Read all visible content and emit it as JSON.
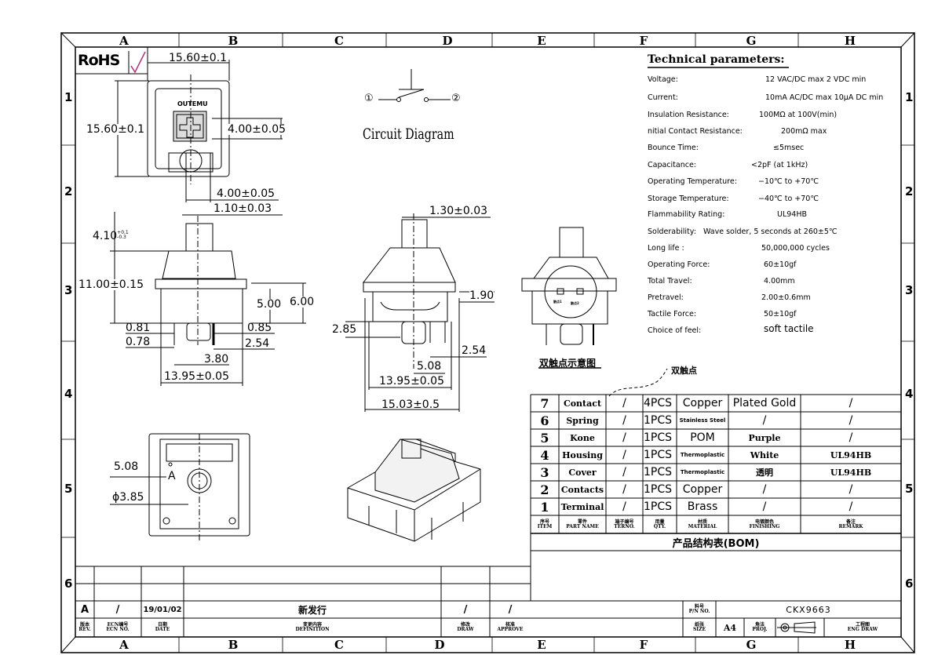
{
  "frame": {
    "columns": [
      "A",
      "B",
      "C",
      "D",
      "E",
      "F",
      "G",
      "H"
    ],
    "rows": [
      "1",
      "2",
      "3",
      "4",
      "5",
      "6"
    ]
  },
  "rohs": {
    "label": "RoHS"
  },
  "top_view": {
    "brand": "OUTEMU",
    "dim_width": "15.60±0.1",
    "dim_height": "15.60±0.1",
    "dim_stem": "4.00±0.05",
    "dim_stem_bottom": "4.00±0.05",
    "dim_cross": "1.10±0.03"
  },
  "circuit": {
    "title": "Circuit Diagram",
    "pin1": "①",
    "pin2": "②"
  },
  "side_view": {
    "dim_stem_height": "4.10",
    "dim_stem_tol_plus": "+0.1",
    "dim_stem_tol_minus": "-0.3",
    "dim_height": "11.00±0.15",
    "dim_5": "5.00",
    "dim_6": "6.00",
    "dim_081": "0.81",
    "dim_078": "0.78",
    "dim_085": "0.85",
    "dim_254": "2.54",
    "dim_380": "3.80",
    "dim_width": "13.95±0.05"
  },
  "front_view": {
    "dim_130": "1.30±0.03",
    "dim_190": "1.90",
    "dim_285": "2.85",
    "dim_254": "2.54",
    "dim_508": "5.08",
    "dim_1395": "13.95±0.05",
    "dim_1503": "15.03±0.5"
  },
  "rear_view": {
    "caption": "双触点示意图",
    "callout": "双触点",
    "pin_a": "触点1",
    "pin_b": "触点2"
  },
  "bottom_view": {
    "dim_508": "5.08",
    "dim_hole": "ϕ3.85",
    "marker": "A"
  },
  "tech": {
    "title": "Technical parameters:",
    "params": [
      {
        "label": "Voltage:",
        "value": "12 VAC/DC max    2 VDC min"
      },
      {
        "label": "Current:",
        "value": "10mA AC/DC max   10μA DC min"
      },
      {
        "label": "Insulation Resistance:",
        "value": "100MΩ at 100V(min)"
      },
      {
        "label": "nitial Contact Resistance:",
        "value": "200mΩ max"
      },
      {
        "label": "Bounce Time:",
        "value": "≤5msec"
      },
      {
        "label": "Capacitance:",
        "value": "<2pF (at 1kHz)"
      },
      {
        "label": "Operating Temperature:",
        "value": "−10℃ to +70℃"
      },
      {
        "label": "Storage Temperature:",
        "value": "−40℃ to +70℃"
      },
      {
        "label": "Flammability Rating:",
        "value": "UL94HB"
      },
      {
        "label": "Solderability:",
        "value": "Wave solder, 5 seconds at 260±5℃"
      },
      {
        "label": "Long life :",
        "value": "50,000,000 cycles"
      },
      {
        "label": "Operating Force:",
        "value": "60±10gf"
      },
      {
        "label": "Total Travel:",
        "value": "4.00mm"
      },
      {
        "label": "Pretravel:",
        "value": "2.00±0.6mm"
      },
      {
        "label": "Tactile Force:",
        "value": "50±10gf"
      },
      {
        "label": "Choice of feel:",
        "value": "soft tactile"
      }
    ]
  },
  "bom": {
    "title": "产品结构表(BOM)",
    "headers": [
      {
        "cn": "序号",
        "en": "ITEM"
      },
      {
        "cn": "零件",
        "en": "PART NAME"
      },
      {
        "cn": "端子编号",
        "en": "TERNO."
      },
      {
        "cn": "用量",
        "en": "QTY."
      },
      {
        "cn": "材质",
        "en": "MATERIAL"
      },
      {
        "cn": "电镀颜色",
        "en": "FINISHING"
      },
      {
        "cn": "备注",
        "en": "REMARK"
      }
    ],
    "rows": [
      {
        "item": "7",
        "part": "Contact",
        "terno": "/",
        "qty": "4PCS",
        "material": "Copper",
        "finishing": "Plated Gold",
        "remark": "/"
      },
      {
        "item": "6",
        "part": "Spring",
        "terno": "/",
        "qty": "1PCS",
        "material": "Stainless Steel",
        "finishing": "/",
        "remark": "/"
      },
      {
        "item": "5",
        "part": "Kone",
        "terno": "/",
        "qty": "1PCS",
        "material": "POM",
        "finishing": "Purple",
        "remark": "/"
      },
      {
        "item": "4",
        "part": "Housing",
        "terno": "/",
        "qty": "1PCS",
        "material": "Thermoplastic",
        "finishing": "White",
        "remark": "UL94HB"
      },
      {
        "item": "3",
        "part": "Cover",
        "terno": "/",
        "qty": "1PCS",
        "material": "Thermoplastic",
        "finishing": "透明",
        "remark": "UL94HB"
      },
      {
        "item": "2",
        "part": "Contacts",
        "terno": "/",
        "qty": "1PCS",
        "material": "Copper",
        "finishing": "/",
        "remark": "/"
      },
      {
        "item": "1",
        "part": "Terminal",
        "terno": "/",
        "qty": "1PCS",
        "material": "Brass",
        "finishing": "/",
        "remark": "/"
      }
    ]
  },
  "revision": {
    "row": {
      "rev": "A",
      "ecn": "/",
      "date": "19/01/02",
      "description": "新发行",
      "draw": "/",
      "approve": "/"
    },
    "headers": [
      {
        "cn": "版本",
        "en": "REV."
      },
      {
        "cn": "ECN编号",
        "en": "ECN NO."
      },
      {
        "cn": "日期",
        "en": "DATE"
      },
      {
        "cn": "变更内容",
        "en": "DEFINITION"
      },
      {
        "cn": "修改",
        "en": "DRAW"
      },
      {
        "cn": "核准",
        "en": "APPROVE"
      }
    ]
  },
  "title_block": {
    "pn_label_cn": "料号",
    "pn_label_en": "P/N NO.",
    "pn_value": "CKX9663",
    "size_label_cn": "纸张",
    "size_label_en": "SIZE",
    "size_value": "A4",
    "proj_label_cn": "角法",
    "proj_label_en": "PROJ.",
    "type_cn": "工程图",
    "type_en": "ENG DRAW"
  },
  "colors": {
    "line": "#000000",
    "check": "#b0307a",
    "fill_gray": "#d8d8d8"
  }
}
